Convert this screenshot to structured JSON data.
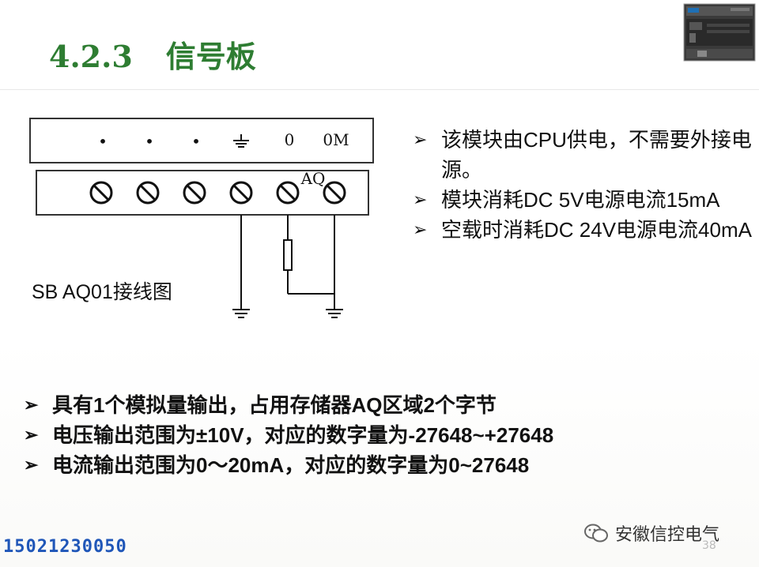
{
  "slide": {
    "section_number": "4.2.3",
    "title": "信号板"
  },
  "diagram": {
    "terminal_labels": [
      "•",
      "•",
      "•",
      "0",
      "0M"
    ],
    "module_label": "AQ",
    "caption": "SB AQ01接线图"
  },
  "right_bullets": [
    "该模块由CPU供电，不需要外接电源。",
    "模块消耗DC 5V电源电流15mA",
    "空载时消耗DC 24V电源电流40mA"
  ],
  "bottom_bullets": [
    "具有1个模拟量输出，占用存储器AQ区域2个字节",
    "电压输出范围为±10V，对应的数字量为-27648~+27648",
    "电流输出范围为0～20mA，对应的数字量为0~27648"
  ],
  "footer": {
    "phone": "15021230050",
    "watermark": "安徽信控电气",
    "page_number": "38"
  },
  "icons": {
    "bullet": "arrowhead-bullet-icon",
    "ground": "ground-symbol-icon",
    "screw": "screw-terminal-icon",
    "wechat": "wechat-logo-icon"
  },
  "colors": {
    "title": "#2e7d32",
    "phone": "#1f56b8"
  }
}
